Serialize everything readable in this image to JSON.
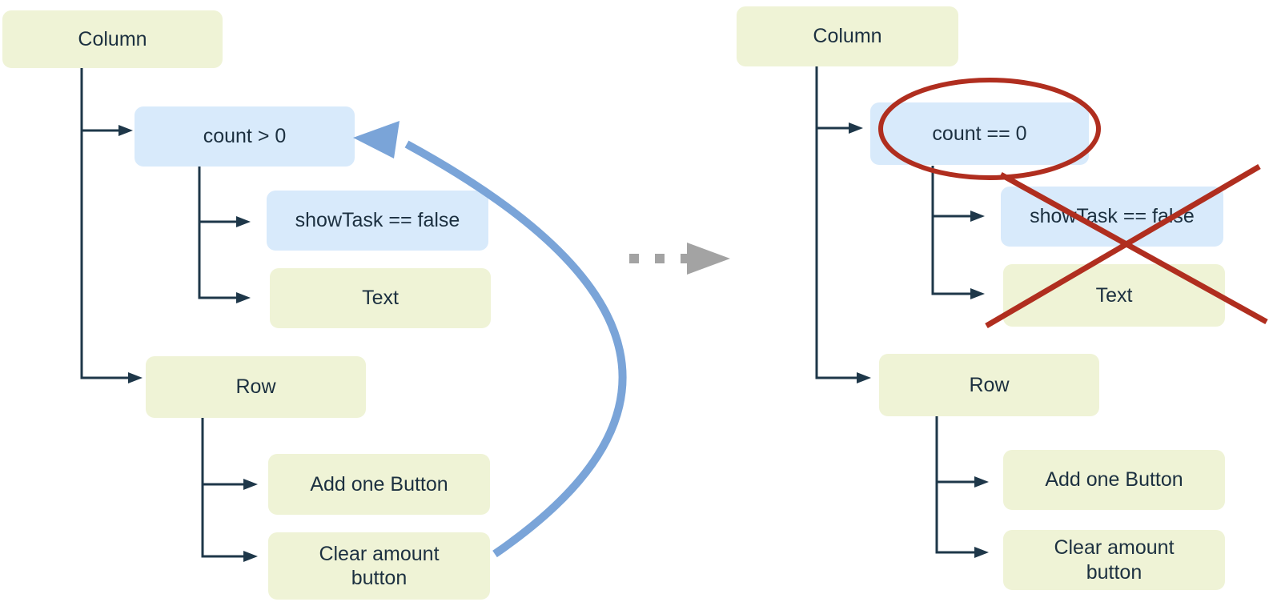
{
  "before_tree": {
    "column": "Column",
    "condition": "count > 0",
    "show_task": "showTask == false",
    "text_widget": "Text",
    "row": "Row",
    "add_one_button": "Add one Button",
    "clear_amount_button": "Clear amount button"
  },
  "after_tree": {
    "column": "Column",
    "condition": "count == 0",
    "show_task": "showTask == false",
    "text_widget": "Text",
    "row": "Row",
    "add_one_button": "Add one Button",
    "clear_amount_button": "Clear amount button"
  },
  "colors": {
    "node_green": "#eff3d6",
    "node_blue": "#d8eafb",
    "node_text": "#1c3040",
    "connector_dark": "#1e3749",
    "loop_arrow_blue": "#7aa4d8",
    "transition_arrow_gray": "#a3a3a3",
    "annotation_red": "#b02e1f"
  },
  "icons": {
    "loop_arrow": "curved-loop-arrow-icon",
    "transition_arrow": "gray-dashed-arrow-icon",
    "highlight": "red-ellipse-annotation-icon",
    "crossout": "red-x-annotation-icon"
  }
}
